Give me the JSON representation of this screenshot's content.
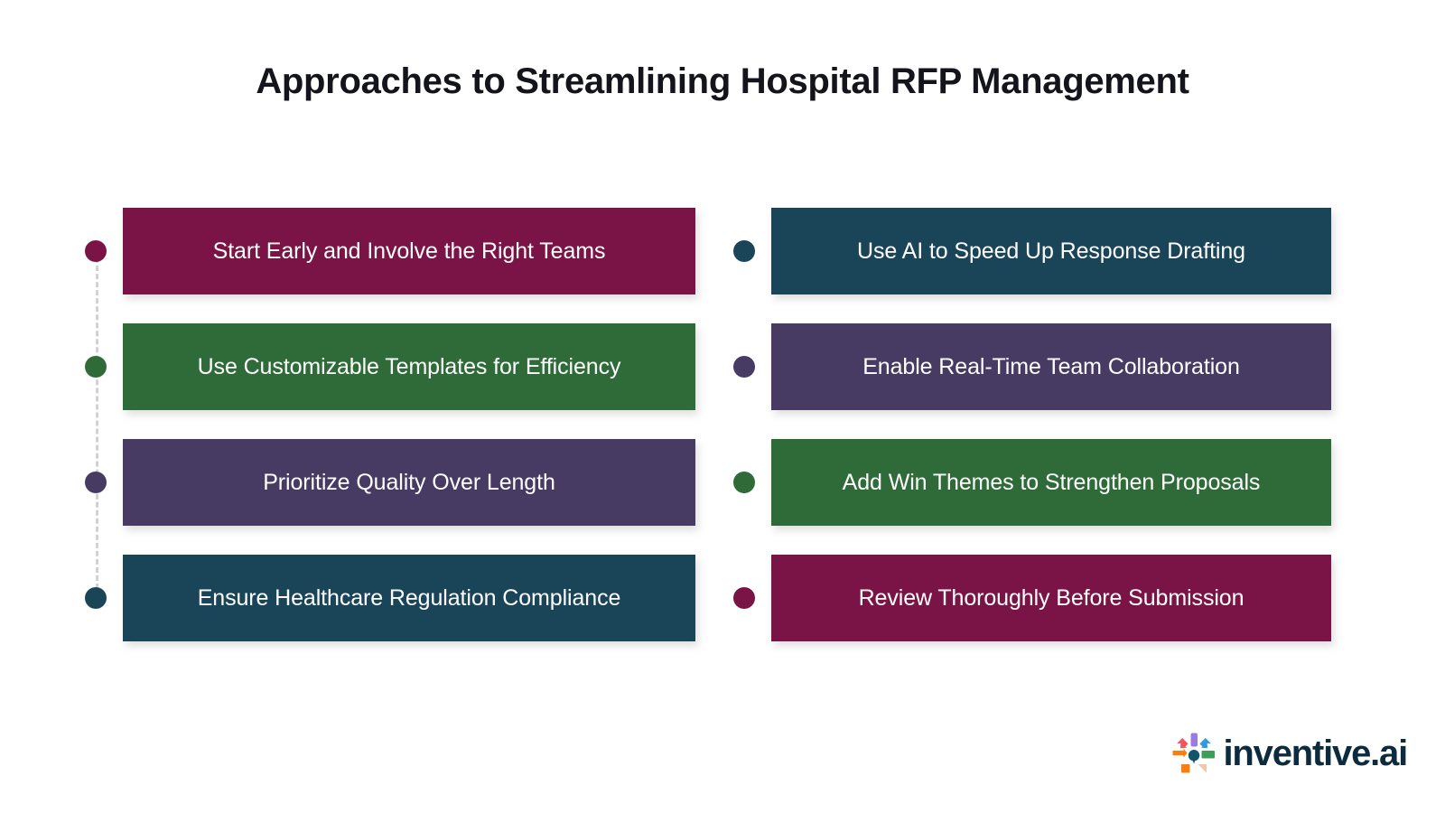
{
  "header": {
    "title": "Approaches to Streamlining Hospital RFP Management"
  },
  "palette": {
    "maroon": "#7A1446",
    "green": "#2E6B38",
    "purple": "#473A63",
    "teal": "#1A4559",
    "rail": "#d2d2d2",
    "title_color": "#14141c",
    "background": "#ffffff",
    "logo_word_color": "#0d2b3e"
  },
  "columns": [
    {
      "name": "left-column",
      "items": [
        {
          "label": "Start Early and Involve the Right Teams",
          "color": "#7A1446"
        },
        {
          "label": "Use Customizable Templates for Efficiency",
          "color": "#2E6B38"
        },
        {
          "label": "Prioritize Quality Over Length",
          "color": "#473A63"
        },
        {
          "label": "Ensure Healthcare Regulation Compliance",
          "color": "#1A4559"
        }
      ]
    },
    {
      "name": "right-column",
      "items": [
        {
          "label": "Use AI to Speed Up Response Drafting",
          "color": "#1A4559"
        },
        {
          "label": "Enable Real-Time Team Collaboration",
          "color": "#473A63"
        },
        {
          "label": "Add Win Themes to Strengthen Proposals",
          "color": "#2E6B38"
        },
        {
          "label": "Review Thoroughly Before Submission",
          "color": "#7A1446"
        }
      ]
    }
  ],
  "logo": {
    "mark_name": "inventive-starburst-icon",
    "wordmark": "inventive.ai",
    "mark_colors": {
      "purple": "#9B7BE0",
      "red": "#F2555A",
      "blue": "#2E9BE0",
      "orange": "#F98010",
      "teal": "#14556E",
      "green": "#3E9E55",
      "peach": "#F2C6A8"
    }
  }
}
